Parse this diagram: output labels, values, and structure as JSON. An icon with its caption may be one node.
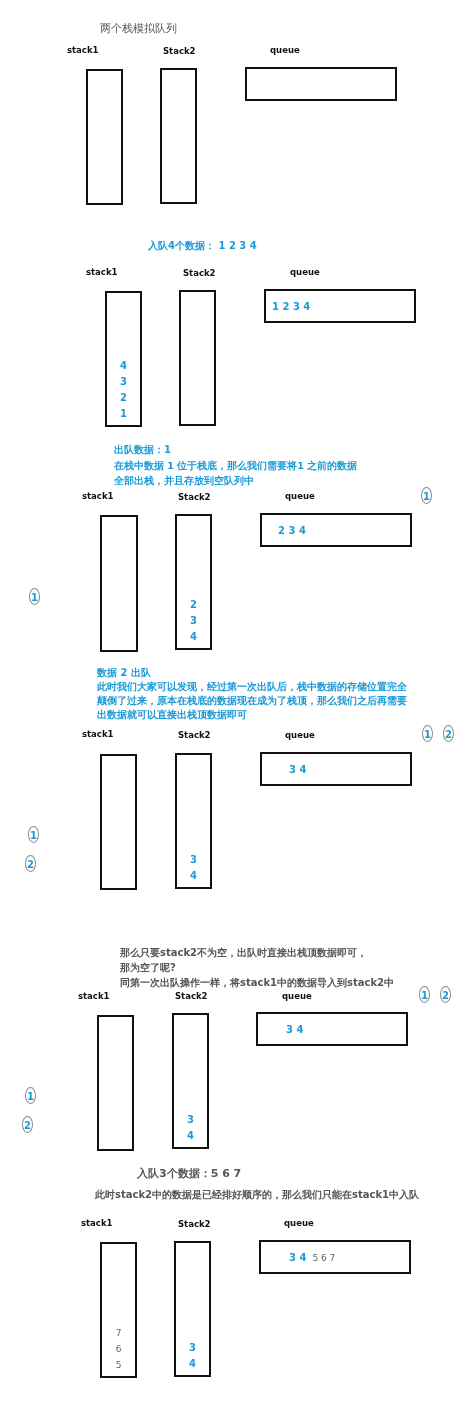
{
  "diagram": {
    "title": "两个栈模拟队列",
    "nodes": [
      {
        "text": [
          "stack1"
        ]
      },
      {
        "text": [
          "Stack2"
        ]
      },
      {
        "text": [
          "queue"
        ]
      },
      {
        "text": [
          "stack1",
          "4",
          "3",
          "2",
          "1"
        ]
      },
      {
        "text": [
          "Stack2"
        ]
      },
      {
        "text": [
          "queue",
          "1 2 3 4"
        ]
      },
      {
        "text": [
          "stack1"
        ]
      },
      {
        "text": [
          "Stack2",
          "2",
          "3",
          "4"
        ]
      },
      {
        "text": [
          "queue",
          "2 3 4"
        ]
      },
      {
        "text": [
          "stack1"
        ]
      },
      {
        "text": [
          "Stack2",
          "3",
          "4"
        ]
      },
      {
        "text": [
          "queue",
          "3 4"
        ]
      },
      {
        "text": [
          "stack1"
        ]
      },
      {
        "text": [
          "Stack2",
          "3",
          "4"
        ]
      },
      {
        "text": [
          "queue",
          "3 4"
        ]
      },
      {
        "text": [
          "stack1",
          "7",
          "6",
          "5"
        ]
      },
      {
        "text": [
          "Stack2",
          "3",
          "4"
        ]
      },
      {
        "text": [
          "queue",
          "3 4",
          "5 6 7"
        ]
      }
    ],
    "labels": [
      "入队4个数据： 1 2 3 4",
      "出队数据：1",
      "在栈中数据 1 位于栈底，那么我们需要将1 之前的数据全部出栈，并且存放到空队列中",
      "1",
      "1",
      "数据 2 出队",
      "此时我们大家可以发现，经过第一次出队后，栈中数据的存储位置完全颠倒了过来，原本在栈底的数据现在成为了栈顶，那么我们之后再需要出数据就可以直接出栈顶数据即可",
      "1",
      "2",
      "1",
      "2",
      "那么只要stack2不为空，出队时直接出栈顶数据即可，",
      "那为空了呢?",
      "同第一次出队操作一样，将stack1中的数据导入到stack2中",
      "1",
      "2",
      "1",
      "2",
      "入队3个数据：5 6 7",
      "此时stack2中的数据是已经排好顺序的，那么我们只能在stack1中入队"
    ]
  }
}
